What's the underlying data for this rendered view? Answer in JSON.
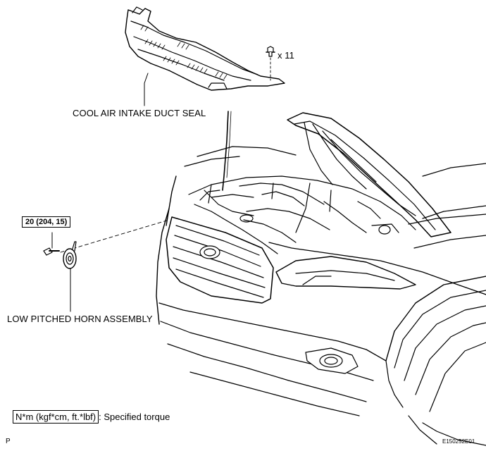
{
  "labels": {
    "seal": "COOL AIR INTAKE DUCT SEAL",
    "clip_qty": "x 11",
    "horn": "LOW PITCHED HORN ASSEMBLY",
    "torque": "20 (204, 15)"
  },
  "legend": {
    "unit": "N*m (kgf*cm, ft.*lbf)",
    "desc": ": Specified torque"
  },
  "footer": {
    "left": "P",
    "code": "E150252E01"
  }
}
